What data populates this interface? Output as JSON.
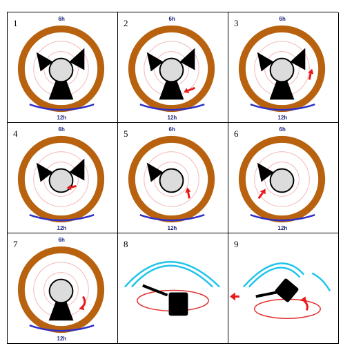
{
  "panels": [
    {
      "number": "1",
      "label_top": "6h",
      "label_bottom": "12h"
    },
    {
      "number": "2",
      "label_top": "6h",
      "label_bottom": "12h"
    },
    {
      "number": "3",
      "label_top": "6h",
      "label_bottom": "12h"
    },
    {
      "number": "4",
      "label_top": "6h",
      "label_bottom": "12h"
    },
    {
      "number": "5",
      "label_top": "6h",
      "label_bottom": "12h"
    },
    {
      "number": "6",
      "label_top": "6h",
      "label_bottom": "12h"
    },
    {
      "number": "7",
      "label_top": "6h",
      "label_bottom": "12h"
    },
    {
      "number": "8"
    },
    {
      "number": "9"
    }
  ],
  "colors": {
    "ring": "#b8620f",
    "blade": "#000000",
    "hub": "#dcdcdc",
    "arrow": "#e8191b",
    "arc_blue": "#2e2fc8",
    "arc_cyan": "#20c4ea",
    "orbit_pink": "#f4b7b7",
    "orbit_red": "#e23030"
  },
  "icons": [
    "gantry-ring",
    "collimator-blade",
    "rotation-arrow",
    "patient-couch-arc"
  ]
}
